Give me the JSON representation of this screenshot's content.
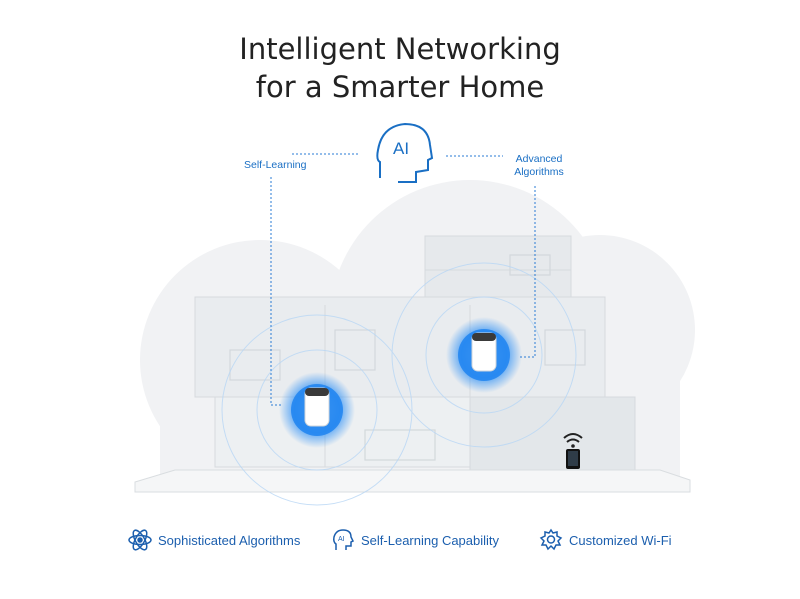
{
  "headline": {
    "line1": "Intelligent Networking",
    "line2": "for a Smarter Home"
  },
  "callouts": {
    "left": "Self-Learning",
    "right_line1": "Advanced",
    "right_line2": "Algorithms"
  },
  "ai_badge_text": "AI",
  "features": [
    {
      "icon": "atom-icon",
      "label": "Sophisticated Algorithms"
    },
    {
      "icon": "ai-head-icon",
      "label": "Self-Learning Capability"
    },
    {
      "icon": "settings-brain-icon",
      "label": "Customized Wi-Fi"
    }
  ],
  "colors": {
    "accent_blue": "#1a6fc4",
    "glow_blue": "#2f8ff0",
    "house_gray": "#e9ecef"
  }
}
